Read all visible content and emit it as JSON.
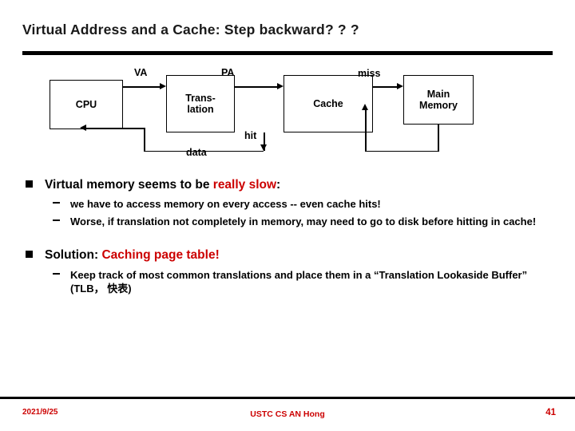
{
  "slide": {
    "title": "Virtual Address and a Cache: Step backward? ? ?",
    "diagram": {
      "boxes": {
        "cpu": "CPU",
        "translation_line1": "Trans-",
        "translation_line2": "lation",
        "cache": "Cache",
        "memory_line1": "Main",
        "memory_line2": "Memory"
      },
      "labels": {
        "va": "VA",
        "pa": "PA",
        "miss": "miss",
        "hit": "hit",
        "data": "data"
      }
    },
    "bullets": [
      {
        "level": 1,
        "parts": [
          {
            "text": "Virtual memory seems to be ",
            "color": "black"
          },
          {
            "text": "really slow",
            "color": "red"
          },
          {
            "text": ":",
            "color": "black"
          }
        ]
      },
      {
        "level": 2,
        "parts": [
          {
            "text": "we have to access memory on every access -- even cache hits!",
            "color": "black"
          }
        ]
      },
      {
        "level": 2,
        "parts": [
          {
            "text": "Worse, if translation not completely in memory, may need to go to disk before hitting in cache!",
            "color": "black"
          }
        ]
      },
      {
        "level": 1,
        "spacer_before": true,
        "parts": [
          {
            "text": "Solution: ",
            "color": "black"
          },
          {
            "text": "Caching page table!",
            "color": "red"
          }
        ]
      },
      {
        "level": 2,
        "parts": [
          {
            "text": "Keep track of most common translations and place them in a “Translation Lookaside Buffer” (TLB， 快表)",
            "color": "black"
          }
        ]
      }
    ],
    "footer": {
      "date": "2021/9/25",
      "center": "USTC CS AN Hong",
      "page": "41"
    },
    "colors": {
      "accent_red": "#cc0000",
      "text": "#000000",
      "rule": "#000000"
    }
  }
}
